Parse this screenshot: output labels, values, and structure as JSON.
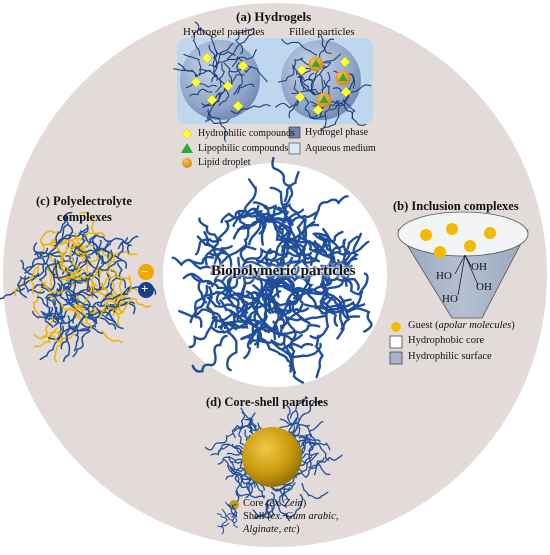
{
  "center": {
    "label": "Biopolymeric particles"
  },
  "hydrogels": {
    "title": "(a) Hydrogels",
    "panel_left": "Hydrogel particles",
    "panel_right": "Filled particles",
    "legend": [
      {
        "marker": "yellow-diamond",
        "label": "Hydrophilic compounds"
      },
      {
        "marker": "green-triangle",
        "label": "Lipophilic compounds"
      },
      {
        "marker": "orange-circle",
        "label": "Lipid droplet"
      },
      {
        "marker": "blue-square",
        "label": "Hydrogel phase"
      },
      {
        "marker": "light-blue-square",
        "label": "Aqueous medium"
      }
    ]
  },
  "inclusion": {
    "title": "(b) Inclusion complexes",
    "oh_labels": [
      "OH",
      "HO",
      "OH",
      "HO"
    ],
    "legend_guest_prefix": "Guest (",
    "legend_guest_italic": "apolar molecules",
    "legend_guest_suffix": ")",
    "legend_core": "Hydrophobic core",
    "legend_surface": "Hydrophilic surface"
  },
  "polyelectrolyte": {
    "title_line1": "(c) Polyelectrolyte",
    "title_line2": "complexes",
    "minus": "−",
    "plus": "+"
  },
  "coreshell": {
    "title": "(d) Core-shell particles",
    "core_prefix": "Core (",
    "core_italic": "ex. Zein",
    "core_suffix": ")",
    "shell_prefix": "Shell (",
    "shell_italic_1": "ex. Gum arabic,",
    "shell_italic_2": "Alginate, etc",
    "shell_suffix": ")"
  },
  "colors": {
    "outer_disc": "#e2dbd9",
    "polymer_blue": "#1f4e9b",
    "polymer_yellow": "#f0b400",
    "hydrogel_panel": "#bfd6ef",
    "hydrogel_sphere": "#8fa6c8",
    "diamond": "#ffff33",
    "triangle": "#2eaa3c",
    "droplet": "#e8961e",
    "guest": "#f5b800",
    "cone": "#a8b4c8",
    "core": "#c99a0e",
    "minus_badge": "#f0a800",
    "plus_badge": "#1b3f86"
  }
}
